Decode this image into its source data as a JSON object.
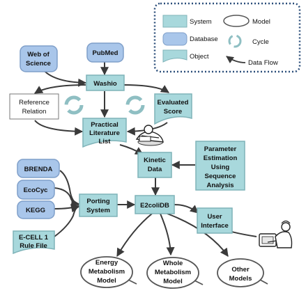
{
  "colors": {
    "system_fill": "#a8d8dc",
    "system_border": "#7fb3b8",
    "database_fill": "#a9c6ea",
    "database_border": "#7f9fc9",
    "object_fill": "#ffffff",
    "arrow": "#3a3a3a",
    "legend_border": "#2b4e7a"
  },
  "legend": {
    "system": "System",
    "database": "Database",
    "object": "Object",
    "model": "Model",
    "cycle": "Cycle",
    "data_flow": "Data Flow"
  },
  "nodes": {
    "web_of_science": [
      "Web of",
      "Science"
    ],
    "pubmed": [
      "PubMed"
    ],
    "washio": [
      "Washio"
    ],
    "reference_relation": [
      "Reference",
      "Relation"
    ],
    "evaluated_score": [
      "Evaluated",
      "Score"
    ],
    "practical_literature_list": [
      "Practical",
      "Literature",
      "List"
    ],
    "kinetic_data": [
      "Kinetic",
      "Data"
    ],
    "parameter_estimation": [
      "Parameter",
      "Estimation",
      "Using",
      "Sequence",
      "Analysis"
    ],
    "brenda": [
      "BRENDA"
    ],
    "ecocyc": [
      "EcoCyc"
    ],
    "kegg": [
      "KEGG"
    ],
    "ecell_rule_file": [
      "E-CELL 1",
      "Rule File"
    ],
    "porting_system": [
      "Porting",
      "System"
    ],
    "e2colidb": [
      "E2coliDB"
    ],
    "user_interface": [
      "User",
      "Interface"
    ],
    "energy_metabolism_model": [
      "Energy",
      "Metabolism",
      "Model"
    ],
    "whole_metabolism_model": [
      "Whole",
      "Metabolism",
      "Model"
    ],
    "other_models": [
      "Other",
      "Models"
    ]
  }
}
